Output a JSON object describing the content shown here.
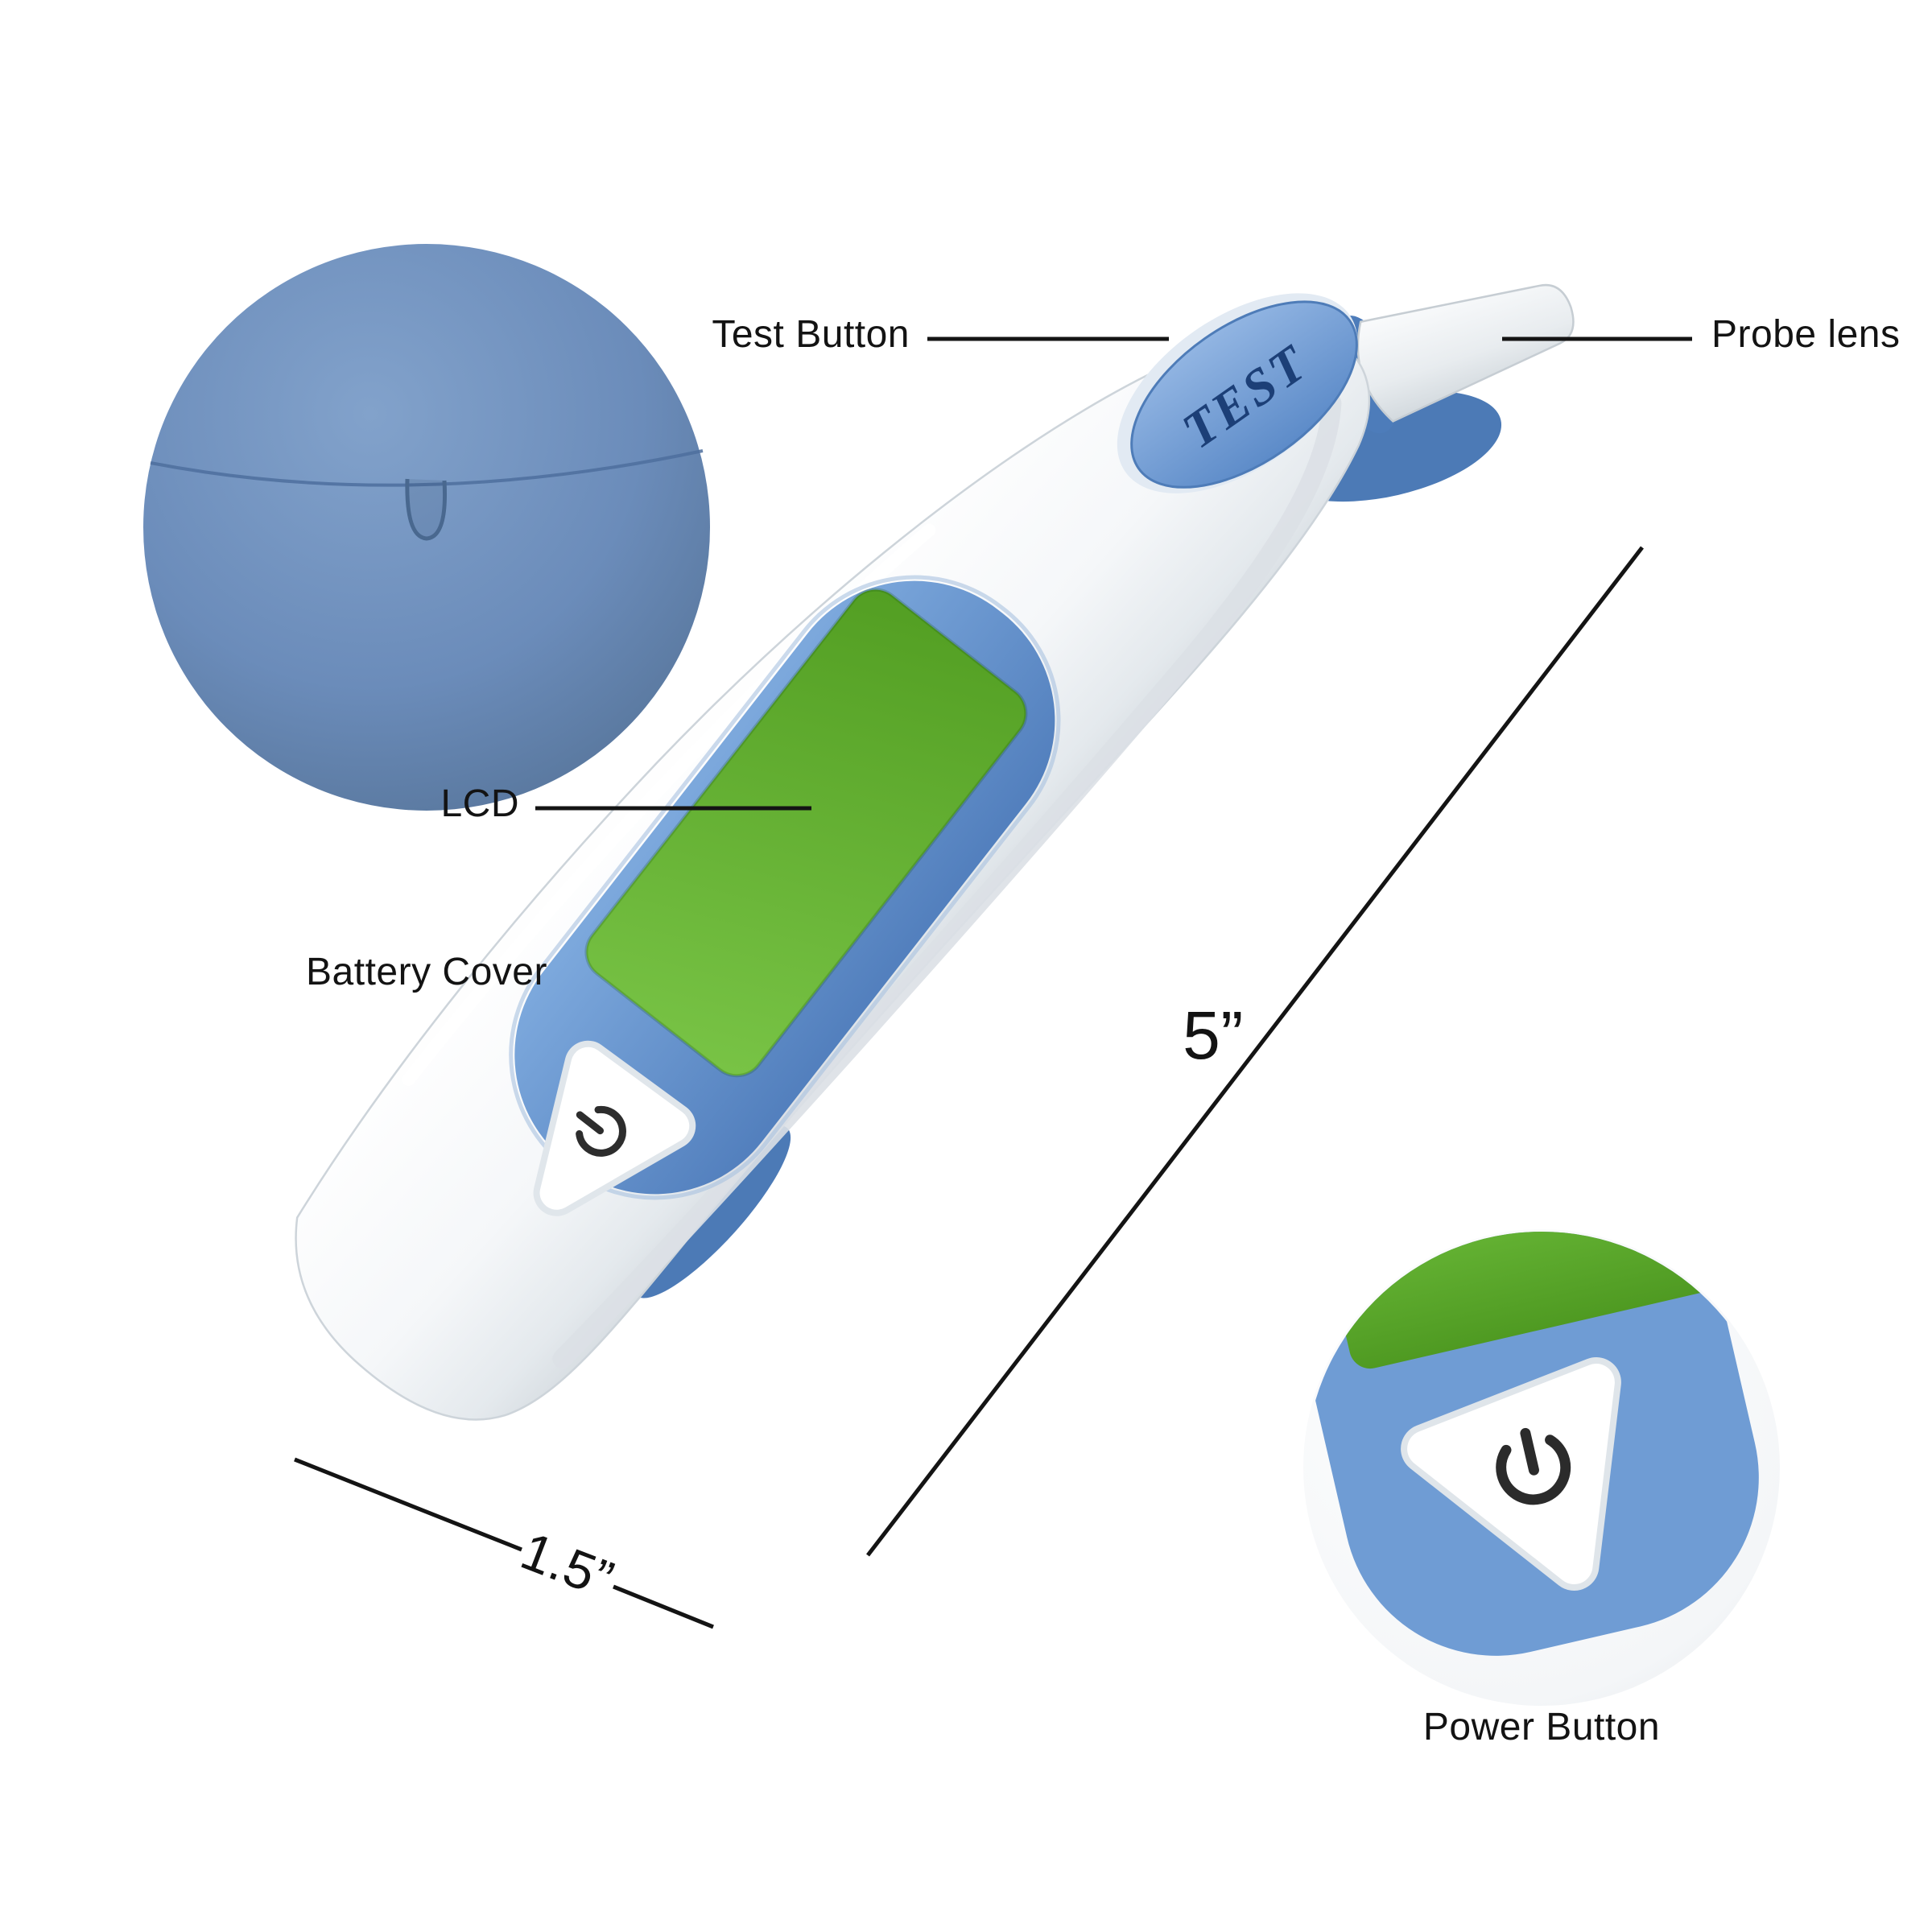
{
  "labels": {
    "test_button": "Test Button",
    "probe_lens": "Probe lens",
    "lcd": "LCD",
    "battery_cover": "Battery Cover",
    "power_button": "Power Button",
    "dim_length": "5”",
    "dim_width": "1.5”"
  },
  "device": {
    "test_button_text": "TEST"
  },
  "colors": {
    "body_white": "#ffffff",
    "body_shadow_gray": "#d7dde2",
    "accent_blue": "#6f9cd4",
    "under_shell_blue": "#4c7ab6",
    "battery_cover_blue": "#6b8cba",
    "lcd_green": "#62ab2f",
    "test_text_navy": "#1c3f77",
    "line_black": "#141414"
  }
}
